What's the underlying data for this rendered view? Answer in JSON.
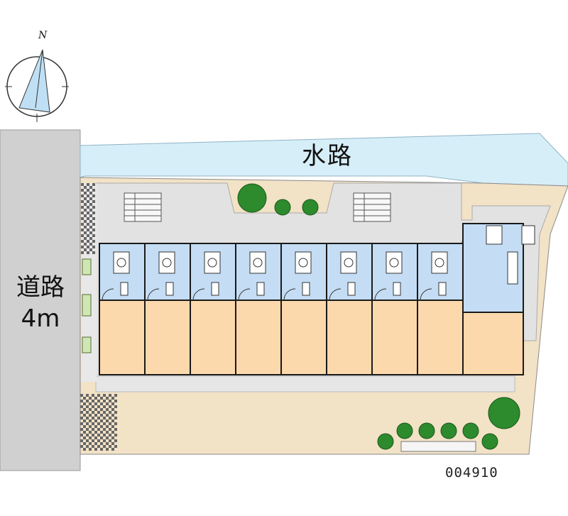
{
  "labels": {
    "waterway": "水路",
    "road_name": "道路",
    "road_width": "4m",
    "property_code": "004910",
    "compass_north": "N"
  },
  "colors": {
    "road": "#d0d0d0",
    "waterway": "#d6eef8",
    "grounds": "#f2e2c6",
    "building_base": "#e2e2e2",
    "corridor_blue": "#c4ddf4",
    "room_orange": "#fbd9ac",
    "outline": "#1a1a1a",
    "tree": "#2d8a2d"
  },
  "icons": [
    "compass-icon",
    "stair-icon",
    "tree-icon",
    "bath-icon",
    "toilet-icon"
  ],
  "units": {
    "count": 9
  }
}
